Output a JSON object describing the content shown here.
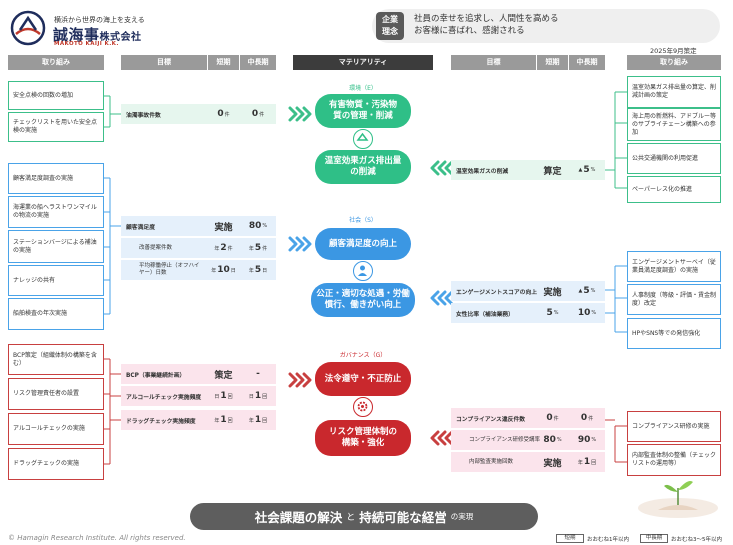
{
  "header": {
    "tagline": "横浜から世界の海上を支える",
    "company_main": "誠海事",
    "company_suffix": "株式会社",
    "company_roman": "MAKOTO KAIJI K.K.",
    "philosophy_badge": [
      "企業",
      "理念"
    ],
    "philosophy_lines": [
      "社員の幸せを追求し、人間性を高める",
      "お客様に喜ばれ、感謝される"
    ],
    "date": "2025年9月策定"
  },
  "column_headers": {
    "initiatives": "取り組み",
    "goals": "目標",
    "short": "短期",
    "mid": "中長期",
    "materiality": "マテリアリティ"
  },
  "left": {
    "env_initiatives": [
      "安全点検の回数の増加",
      "チェックリストを用いた安全点検の実施"
    ],
    "social_initiatives": [
      "顧客満足度調査の実施",
      "海運業の船ヘラストワンマイルの物流の実施",
      "ステーションバージによる補油の実施",
      "ナレッジの共有",
      "船舶検査の年次実施"
    ],
    "gov_initiatives": [
      "BCP策定（組織体制の構築を含む）",
      "リスク管理責任者の設置",
      "アルコールチェックの実施",
      "ドラッグチェックの実施"
    ],
    "env_goal": {
      "title": "油濁事故件数",
      "short": "0",
      "short_unit": "件",
      "mid": "0",
      "mid_unit": "件"
    },
    "social_goal": {
      "title": "顧客満足度",
      "short": "実施",
      "mid": "80",
      "mid_unit": "%"
    },
    "social_subgoals": [
      {
        "title": "改善提案件数",
        "short_prefix": "年",
        "short": "2",
        "short_unit": "件",
        "mid_prefix": "年",
        "mid": "5",
        "mid_unit": "件"
      },
      {
        "title": "平均稼働停止（オフハイヤー）日数",
        "short_prefix": "年",
        "short": "10",
        "short_unit": "日",
        "mid_prefix": "年",
        "mid": "5",
        "mid_unit": "日"
      }
    ],
    "gov_goals": [
      {
        "title": "BCP（事業継続計画）",
        "short": "策定",
        "mid": "-"
      },
      {
        "title": "アルコールチェック実施頻度",
        "short_prefix": "日",
        "short": "1",
        "short_unit": "回",
        "mid_prefix": "日",
        "mid": "1",
        "mid_unit": "回"
      },
      {
        "title": "ドラッグチェック実施頻度",
        "short_prefix": "年",
        "short": "1",
        "short_unit": "回",
        "mid_prefix": "年",
        "mid": "1",
        "mid_unit": "回"
      }
    ]
  },
  "materiality": {
    "env_label": "環境（E）",
    "env_items": [
      "有害物質・汚染物質の管理・削減",
      "温室効果ガス排出量の削減"
    ],
    "social_label": "社会（S）",
    "social_items": [
      "顧客満足度の向上",
      "公正・適切な処遇・労働慣行、働きがい向上"
    ],
    "gov_label": "ガバナンス（G）",
    "gov_items": [
      "法令遵守・不正防止",
      "リスク管理体制の構築・強化"
    ]
  },
  "right": {
    "env_goal": {
      "title": "温室効果ガスの削減",
      "short": "算定",
      "mid_prefix": "▲",
      "mid": "5",
      "mid_unit": "%"
    },
    "social_goals": [
      {
        "title": "エンゲージメントスコアの向上",
        "short": "実施",
        "mid_prefix": "▲",
        "mid": "5",
        "mid_unit": "%"
      },
      {
        "title": "女性比率（補油業務）",
        "short": "5",
        "short_unit": "%",
        "mid": "10",
        "mid_unit": "%"
      }
    ],
    "gov_goal": {
      "title": "コンプライアンス違反件数",
      "short": "0",
      "short_unit": "件",
      "mid": "0",
      "mid_unit": "件"
    },
    "gov_subgoals": [
      {
        "title": "コンプライアンス研修受講率",
        "short": "80",
        "short_unit": "%",
        "mid": "90",
        "mid_unit": "%"
      },
      {
        "title": "内部監査実施回数",
        "short": "実施",
        "mid_prefix": "年",
        "mid": "1",
        "mid_unit": "回"
      }
    ],
    "env_initiatives": [
      "温室効果ガス排出量の算定、削減計画の策定",
      "海上用の新燃料、アドブルー等のサプライチェーン構築への参加",
      "公共交通機関の利用促進",
      "ペーパーレス化の推進"
    ],
    "social_initiatives": [
      "エンゲージメントサーベイ（従業員満足度調査）の実施",
      "人事制度（等級・評価・賃金制度）改定",
      "HPやSNS等での発信強化"
    ],
    "gov_initiatives": [
      "コンプライアンス研修の実施",
      "内部監査体制の整備（チェックリストの運用等）"
    ]
  },
  "footer": {
    "banner_part1": "社会課題の解決",
    "banner_and": "と",
    "banner_part2": "持続可能な経営",
    "banner_suffix": "の実現",
    "copyright": "©  Hamagin Research Institute. All rights reserved.",
    "legend_short": "短期",
    "legend_short_desc": "おおむね1年以内",
    "legend_mid": "中長期",
    "legend_mid_desc": "おおむね3～5年以内"
  },
  "colors": {
    "env": "#2fbf87",
    "social": "#3b97e3",
    "gov": "#c9282d",
    "header_gray": "#9a9a9a",
    "header_dark": "#3c3c3c"
  }
}
